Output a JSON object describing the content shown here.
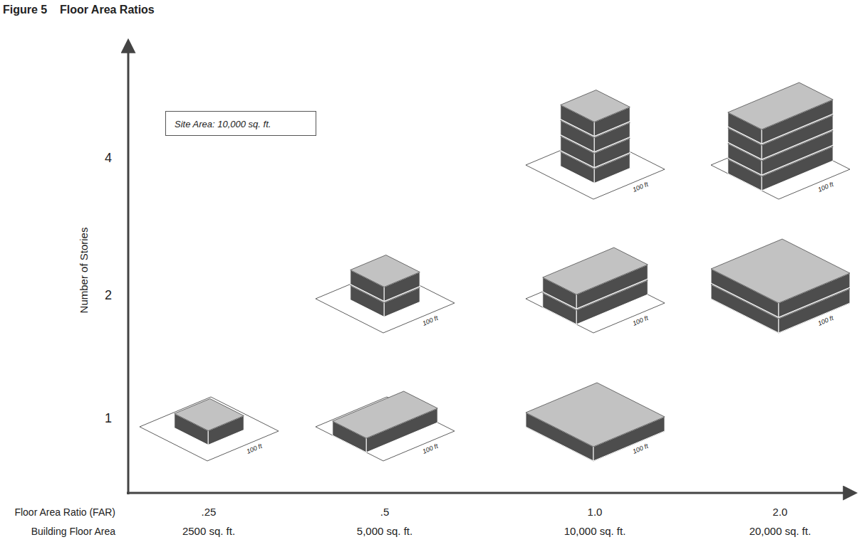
{
  "diagram": {
    "title": "Floor Area Ratios",
    "nodes": [
      {
        "text": [
          "Site Area: 10,000 sq. ft."
        ]
      }
    ],
    "labels": [
      "Figure 5",
      "4",
      "2",
      "1",
      "Number of Stories",
      "100 ft",
      "100 ft",
      "100 ft",
      "100 ft",
      "100 ft",
      "100 ft",
      "100 ft",
      "100 ft",
      "Floor Area Ratio (FAR)",
      ".25",
      ".5",
      "1.0",
      "2.0",
      "Building Floor Area",
      "2500 sq. ft.",
      "5,000 sq. ft.",
      "10,000 sq. ft.",
      "20,000 sq. ft."
    ]
  }
}
